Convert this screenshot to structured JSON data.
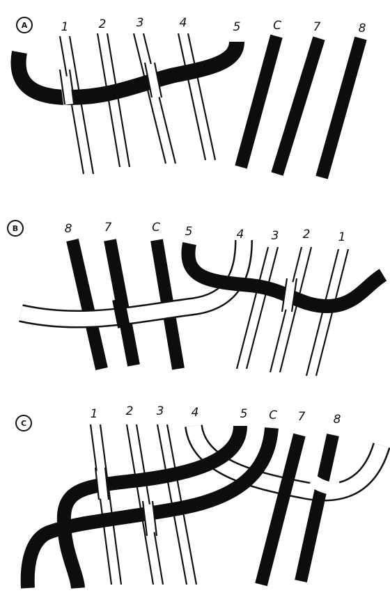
{
  "panels": [
    {
      "id": "A",
      "marker": "A",
      "labels": [
        "1",
        "2",
        "3",
        "4",
        "5",
        "C",
        "7",
        "8"
      ]
    },
    {
      "id": "B",
      "marker": "B",
      "labels": [
        "8",
        "7",
        "C",
        "5",
        "4",
        "3",
        "2",
        "1"
      ]
    },
    {
      "id": "C",
      "marker": "C",
      "labels": [
        "1",
        "2",
        "3",
        "4",
        "5",
        "C",
        "7",
        "8"
      ]
    }
  ],
  "colors": {
    "dark_strand": "#0d0d0d",
    "light_strand": "#ffffff",
    "outline": "#111111"
  }
}
